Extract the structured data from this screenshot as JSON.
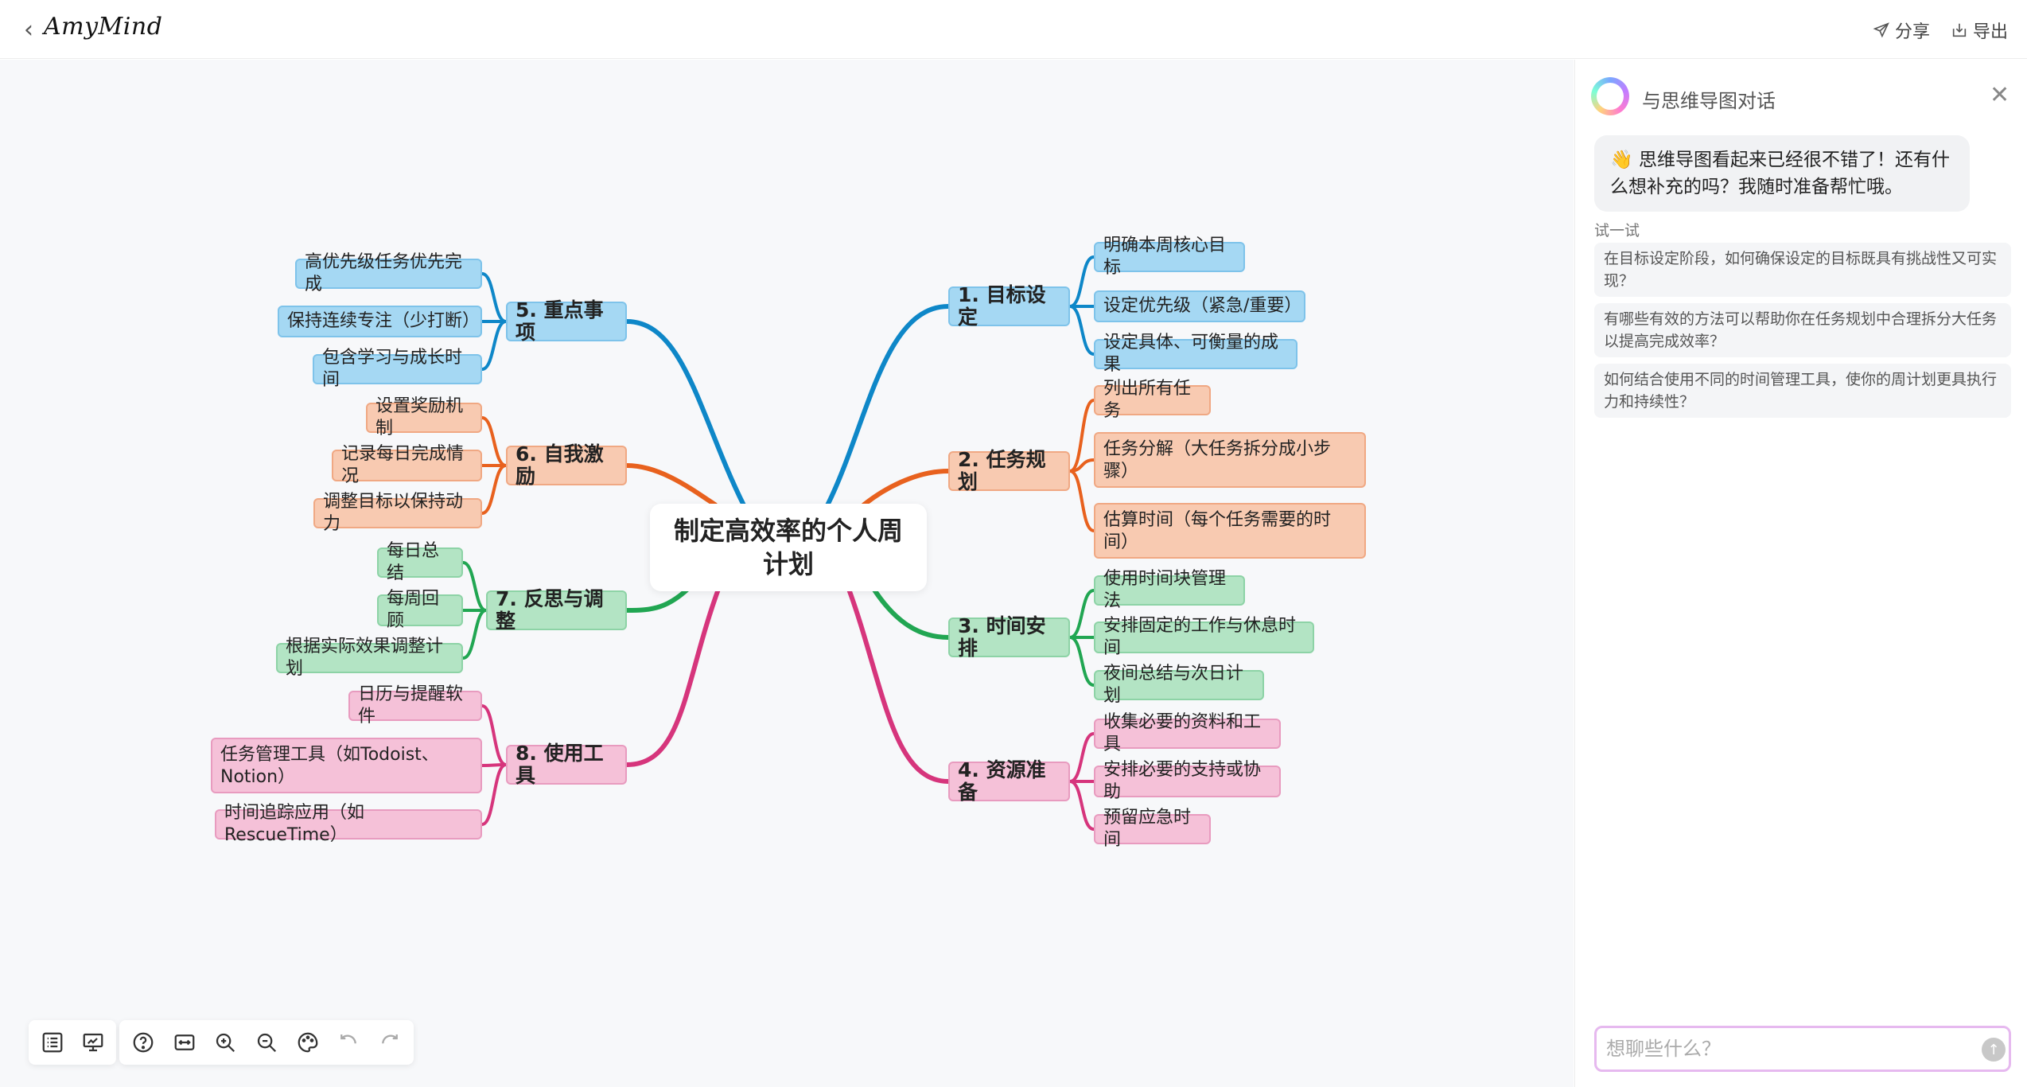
{
  "header": {
    "back_icon": "chevron-left-icon",
    "logo": "AmyMind",
    "share_label": "分享",
    "export_label": "导出"
  },
  "mindmap": {
    "root": "制定高效率的个人周计划",
    "branches": {
      "b1": {
        "title": "1. 目标设定",
        "children": [
          "明确本周核心目标",
          "设定优先级（紧急/重要）",
          "设定具体、可衡量的成果"
        ],
        "color": "#0e87c8"
      },
      "b2": {
        "title": "2. 任务规划",
        "children": [
          "列出所有任务",
          "任务分解（大任务拆分成小步骤）",
          "估算时间（每个任务需要的时间）"
        ],
        "color": "#e8611e"
      },
      "b3": {
        "title": "3. 时间安排",
        "children": [
          "使用时间块管理法",
          "安排固定的工作与休息时间",
          "夜间总结与次日计划"
        ],
        "color": "#21a652"
      },
      "b4": {
        "title": "4. 资源准备",
        "children": [
          "收集必要的资料和工具",
          "安排必要的支持或协助",
          "预留应急时间"
        ],
        "color": "#d6357c"
      },
      "b5": {
        "title": "5. 重点事项",
        "children": [
          "高优先级任务优先完成",
          "保持连续专注（少打断）",
          "包含学习与成长时间"
        ],
        "color": "#0e87c8"
      },
      "b6": {
        "title": "6. 自我激励",
        "children": [
          "设置奖励机制",
          "记录每日完成情况",
          "调整目标以保持动力"
        ],
        "color": "#e8611e"
      },
      "b7": {
        "title": "7. 反思与调整",
        "children": [
          "每日总结",
          "每周回顾",
          "根据实际效果调整计划"
        ],
        "color": "#21a652"
      },
      "b8": {
        "title": "8. 使用工具",
        "children": [
          "日历与提醒软件",
          "任务管理工具（如Todoist、Notion）",
          "时间追踪应用（如RescueTime）"
        ],
        "color": "#d6357c"
      }
    }
  },
  "toolbar": {
    "tools_a": [
      "outline-icon",
      "presentation-icon"
    ],
    "tools_b": [
      "help-icon",
      "fit-width-icon",
      "zoom-in-icon",
      "zoom-out-icon",
      "theme-palette-icon",
      "undo-icon",
      "redo-icon"
    ]
  },
  "panel": {
    "title": "与思维导图对话",
    "bubble_emoji": "👋",
    "bubble_text": "思维导图看起来已经很不错了！还有什么想补充的吗？我随时准备帮忙哦。",
    "try_label": "试一试",
    "suggestions": [
      "在目标设定阶段，如何确保设定的目标既具有挑战性又可实现？",
      "有哪些有效的方法可以帮助你在任务规划中合理拆分大任务以提高完成效率？",
      "如何结合使用不同的时间管理工具，使你的周计划更具执行力和持续性？"
    ],
    "input_placeholder": "想聊些什么？"
  }
}
